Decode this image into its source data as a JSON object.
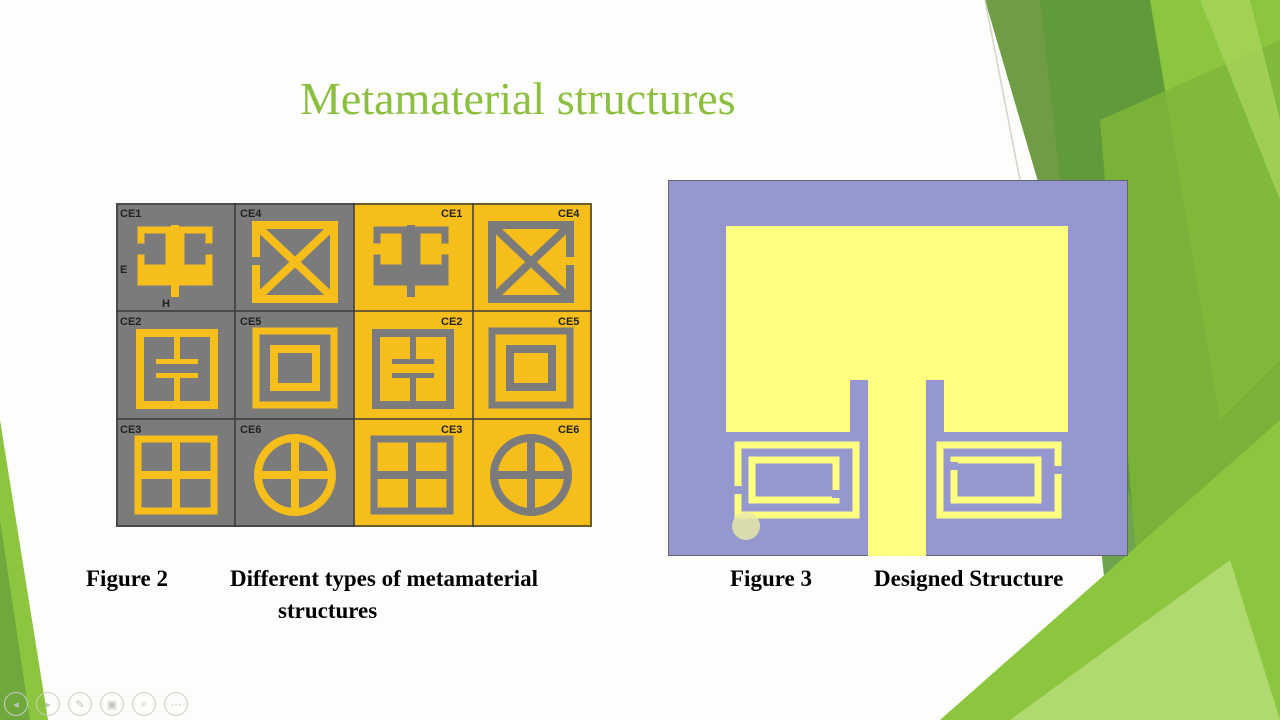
{
  "slide": {
    "title": "Metamaterial structures",
    "accent_color": "#8cbf3f"
  },
  "figure2": {
    "caption_number": "Figure 2",
    "caption_text_line1": "Different types of metamaterial",
    "caption_text_line2": "structures",
    "left_cells": [
      "CE1",
      "CE4",
      "CE2",
      "CE5",
      "CE3",
      "CE6"
    ],
    "right_cells": [
      "CE1",
      "CE4",
      "CE2",
      "CE5",
      "CE3",
      "CE6"
    ],
    "axis_e": "E",
    "axis_h": "H",
    "colors": {
      "grey": "#7b7b7b",
      "gold": "#f6be1b"
    }
  },
  "figure3": {
    "caption_number": "Figure 3",
    "caption_text": "Designed Structure",
    "colors": {
      "substrate": "#9597cf",
      "patch": "#ffff80"
    }
  },
  "toolbar": {
    "icons": [
      "prev-icon",
      "next-icon",
      "pen-icon",
      "slides-icon",
      "zoom-icon",
      "more-icon"
    ],
    "glyphs": [
      "◂",
      "▸",
      "✎",
      "▣",
      "⌕",
      "⋯"
    ]
  }
}
